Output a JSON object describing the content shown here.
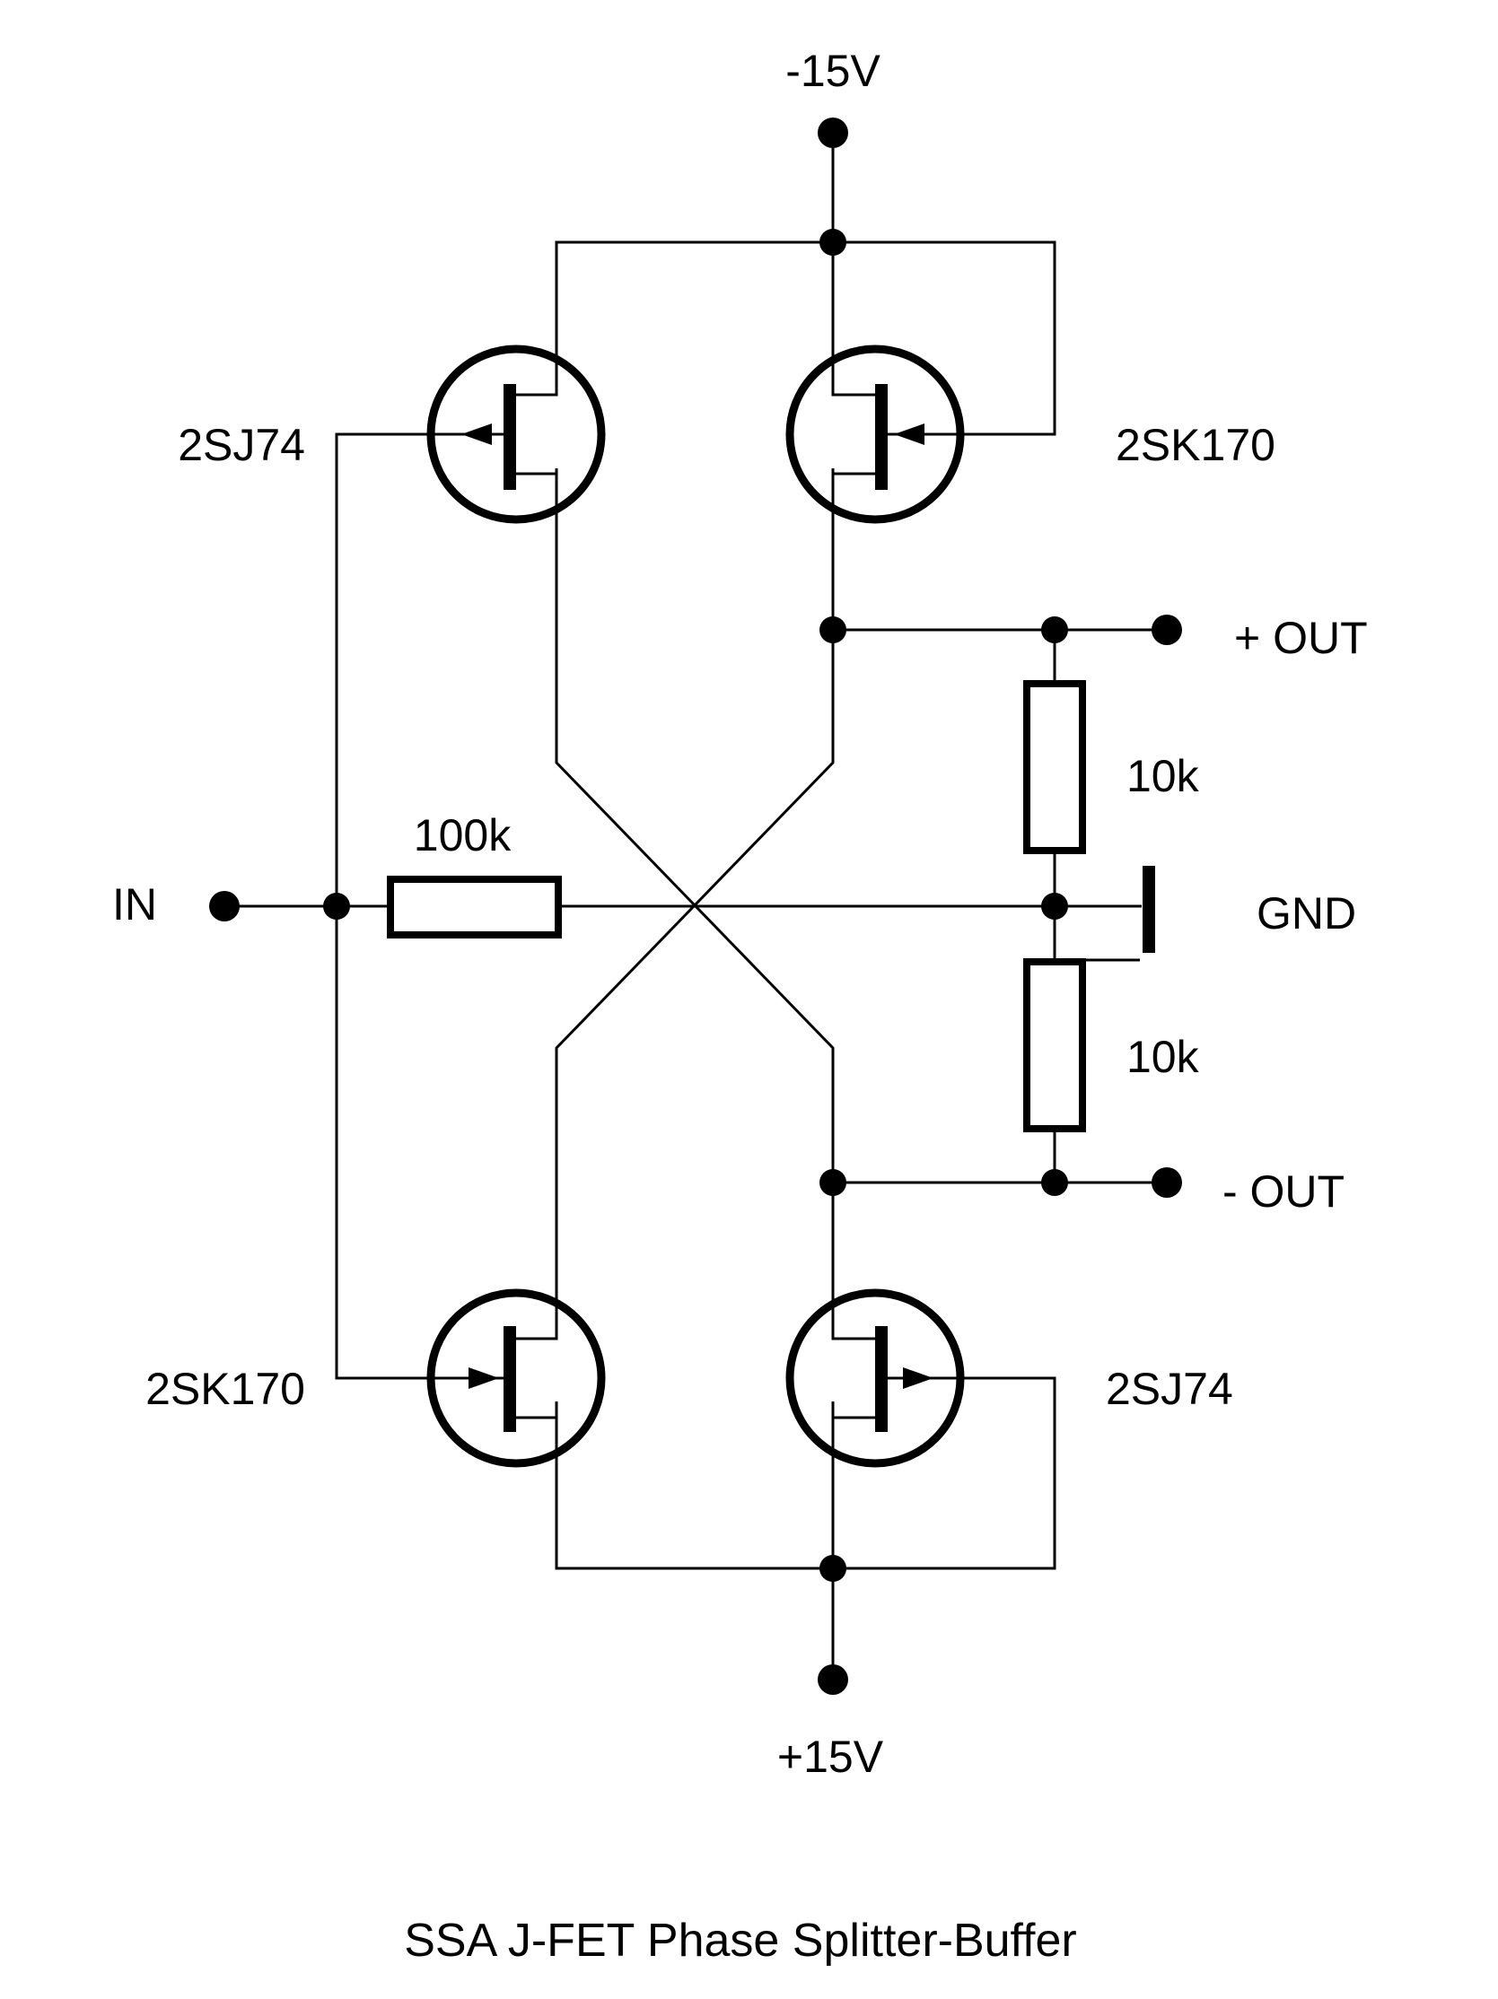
{
  "title": "SSA J-FET Phase Splitter-Buffer",
  "rails": {
    "negative": "-15V",
    "positive": "+15V"
  },
  "io": {
    "input": "IN",
    "plus_out": "+ OUT",
    "minus_out": "- OUT",
    "ground": "GND"
  },
  "transistors": {
    "top_left": "2SJ74",
    "top_right": "2SK170",
    "bottom_left": "2SK170",
    "bottom_right": "2SJ74"
  },
  "resistors": {
    "input": "100k",
    "upper_load": "10k",
    "lower_load": "10k"
  },
  "colors": {
    "ink": "#000000",
    "background": "#ffffff"
  }
}
